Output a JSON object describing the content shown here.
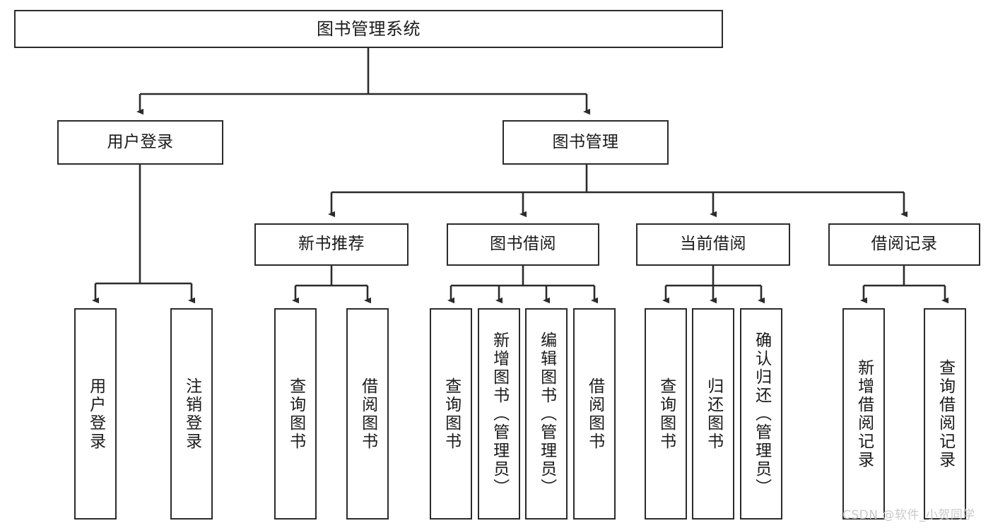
{
  "diagram": {
    "title": "图书管理系统",
    "type": "tree-hierarchy",
    "watermark": "CSDN @软件_小贺同学",
    "colors": {
      "stroke": "#2b2b2b",
      "fill": "#ffffff",
      "text": "#1a1a1a",
      "watermark": "#c9c9c9"
    },
    "nodes": {
      "root": {
        "label": "图书管理系统"
      },
      "level1": [
        {
          "label": "用户登录"
        },
        {
          "label": "图书管理"
        }
      ],
      "level2": [
        {
          "label": "新书推荐"
        },
        {
          "label": "图书借阅"
        },
        {
          "label": "当前借阅"
        },
        {
          "label": "借阅记录"
        }
      ],
      "leaves_user_login": [
        {
          "label": "用户登录"
        },
        {
          "label": "注销登录"
        }
      ],
      "leaves_new_books": [
        {
          "label": "查询图书"
        },
        {
          "label": "借阅图书"
        }
      ],
      "leaves_book_borrow": [
        {
          "label": "查询图书"
        },
        {
          "label": "新增图书（管理员）"
        },
        {
          "label": "编辑图书（管理员）"
        },
        {
          "label": "借阅图书"
        }
      ],
      "leaves_current_borrow": [
        {
          "label": "查询图书"
        },
        {
          "label": "归还图书"
        },
        {
          "label": "确认归还（管理员）"
        }
      ],
      "leaves_borrow_record": [
        {
          "label": "新增借阅记录"
        },
        {
          "label": "查询借阅记录"
        }
      ]
    }
  }
}
